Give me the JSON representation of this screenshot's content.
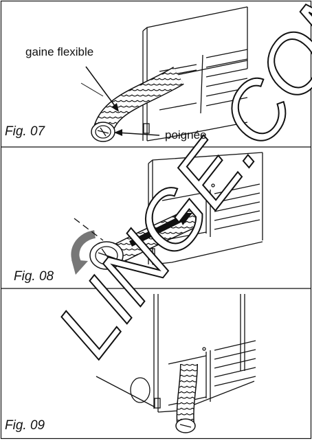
{
  "panels": [
    {
      "caption": "Fig. 07",
      "callouts": {
        "hose": "gaine flexible",
        "handle": "poignée"
      }
    },
    {
      "caption": "Fig. 08"
    },
    {
      "caption": "Fig. 09"
    }
  ],
  "watermark_text": "LINGE.COM",
  "colors": {
    "ink": "#111111",
    "watermark": "#111111",
    "background": "#ffffff"
  }
}
